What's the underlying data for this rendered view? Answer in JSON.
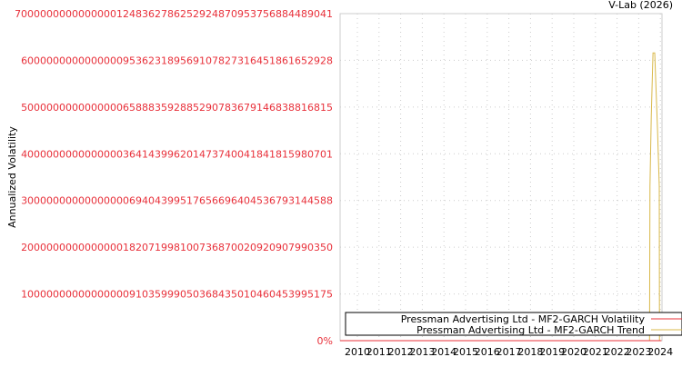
{
  "chart_data": {
    "type": "line",
    "title": "",
    "credit": "V-Lab (2026)",
    "ylabel": "Annualized Volatility",
    "xlabel": "",
    "xlim": [
      2009.2,
      2024.1
    ],
    "ylim": [
      0,
      7e+49
    ],
    "grid": true,
    "legend_placement": "bottom-right",
    "x_ticks": [
      "2010",
      "2011",
      "2012",
      "2013",
      "2014",
      "2015",
      "2016",
      "2017",
      "2018",
      "2019",
      "2020",
      "2021",
      "2022",
      "2023",
      "2024"
    ],
    "y_ticks": [
      {
        "value": 0,
        "label": "0%"
      },
      {
        "value": 1e+49,
        "label": "10000000000000000910359990503684350104604539951​75"
      },
      {
        "value": 2e+49,
        "label": "20000000000000001820719981007368700209209079903​50"
      },
      {
        "value": 3e+49,
        "label": "30000000000000000694043995176566964045367931445​88"
      },
      {
        "value": 4e+49,
        "label": "40000000000000003641439962014737400418418159807​01"
      },
      {
        "value": 5e+49,
        "label": "50000000000000006588835928852907836791468388168​15"
      },
      {
        "value": 6e+49,
        "label": "60000000000000009536231895691078273164518616529​28"
      },
      {
        "value": 7e+49,
        "label": "70000000000000001248362786252924870953756884489​041"
      }
    ],
    "series": [
      {
        "name": "Pressman Advertising Ltd - MF2-GARCH Volatility",
        "color": "#e8303a",
        "x": [
          2009.2,
          2023.5,
          2023.95,
          2024.05
        ],
        "y": [
          0,
          0,
          0,
          0
        ]
      },
      {
        "name": "Pressman Advertising Ltd - MF2-GARCH Trend",
        "color": "#d9b84a",
        "x": [
          2009.2,
          2023.5,
          2023.52,
          2023.58,
          2023.66,
          2023.74,
          2023.87,
          2023.95,
          2023.96,
          2024.05
        ],
        "y": [
          0,
          0,
          3.3e+49,
          4.8e+49,
          6.16e+49,
          6.16e+49,
          4.5e+49,
          3.3e+49,
          0,
          0
        ]
      }
    ]
  }
}
